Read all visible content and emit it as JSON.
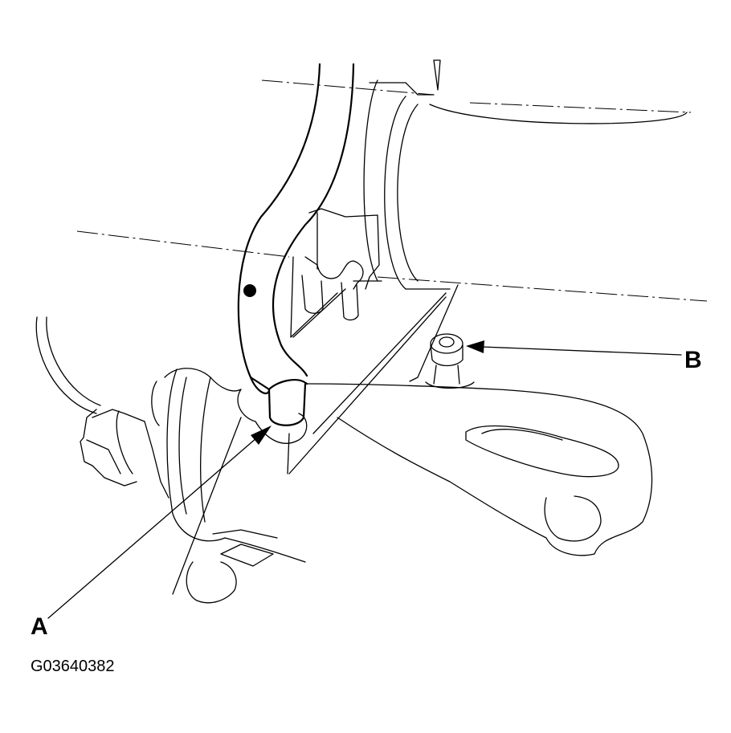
{
  "callouts": {
    "a": {
      "label": "A"
    },
    "b": {
      "label": "B"
    }
  },
  "figure_code": "G03640382",
  "colors": {
    "ink": "#000000",
    "paper": "#ffffff"
  }
}
